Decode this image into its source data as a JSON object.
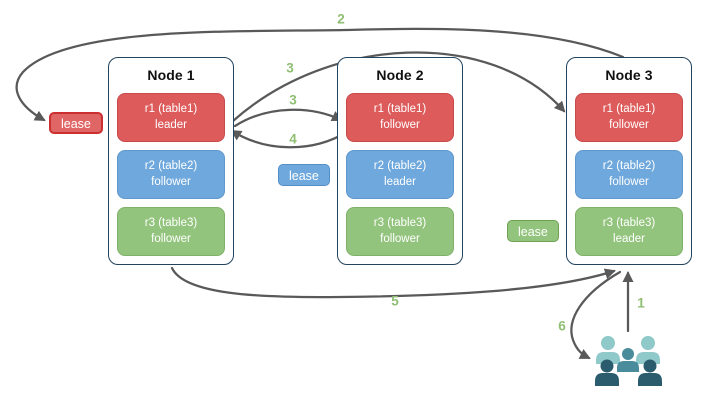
{
  "nodes": [
    {
      "title": "Node 1",
      "replicas": [
        {
          "name": "r1 (table1)",
          "role": "leader",
          "color": "red"
        },
        {
          "name": "r2 (table2)",
          "role": "follower",
          "color": "blue"
        },
        {
          "name": "r3 (table3)",
          "role": "follower",
          "color": "green"
        }
      ]
    },
    {
      "title": "Node 2",
      "replicas": [
        {
          "name": "r1 (table1)",
          "role": "follower",
          "color": "red"
        },
        {
          "name": "r2 (table2)",
          "role": "leader",
          "color": "blue"
        },
        {
          "name": "r3 (table3)",
          "role": "follower",
          "color": "green"
        }
      ]
    },
    {
      "title": "Node 3",
      "replicas": [
        {
          "name": "r1 (table1)",
          "role": "follower",
          "color": "red"
        },
        {
          "name": "r2 (table2)",
          "role": "follower",
          "color": "blue"
        },
        {
          "name": "r3 (table3)",
          "role": "leader",
          "color": "green"
        }
      ]
    }
  ],
  "leases": [
    {
      "label": "lease",
      "color": "red"
    },
    {
      "label": "lease",
      "color": "blue"
    },
    {
      "label": "lease",
      "color": "green"
    }
  ],
  "step_labels": {
    "step1": "1",
    "step2": "2",
    "step3a": "3",
    "step3b": "3",
    "step4": "4",
    "step5": "5",
    "step6": "6"
  },
  "icons": {
    "users": "users-icon"
  },
  "colors": {
    "red": "#dd5b5b",
    "red_border": "#c74b4b",
    "blue": "#6fa8dc",
    "blue_border": "#5f98cc",
    "green": "#93c47d",
    "green_border": "#7fb269",
    "node_border": "#23445d",
    "arrow": "#595959",
    "step_green": "#8fbf72",
    "lease_red_fill": "#e06666",
    "lease_red_border": "#cc2f2f",
    "lease_blue_fill": "#6fa8dc",
    "lease_blue_border": "#5490c8",
    "lease_green_fill": "#93c47d",
    "lease_green_border": "#6fa153",
    "users_light": "#8fc9c9",
    "users_mid": "#4a8c9c",
    "users_dark": "#2a5c6e"
  }
}
